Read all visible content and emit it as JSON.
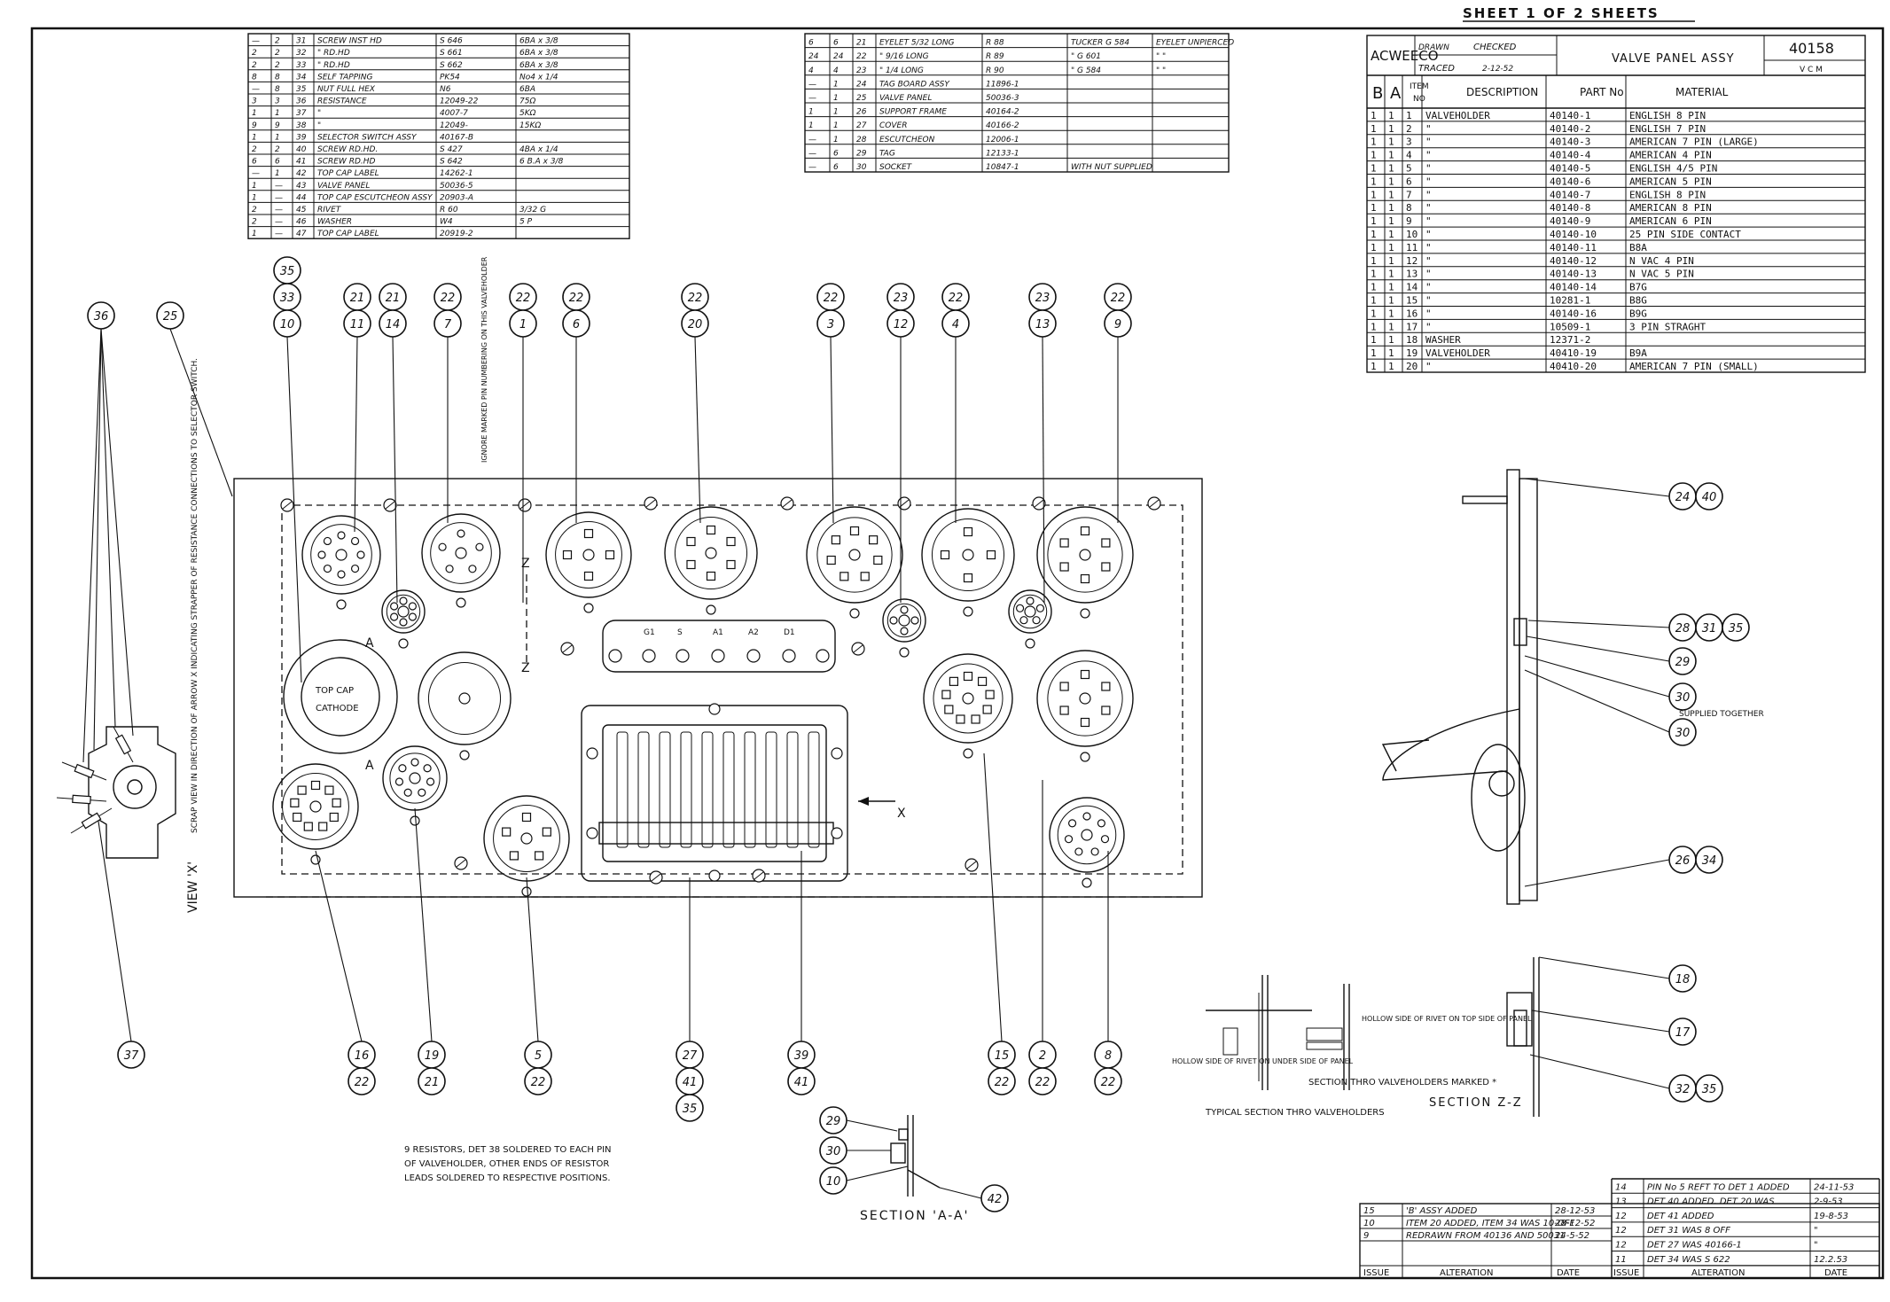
{
  "sheet_header": "SHEET 1 OF 2 SHEETS",
  "title_block": {
    "company": "ACWEECO",
    "drawn_label": "DRAWN",
    "checked_label": "CHECKED",
    "traced_label": "TRACED",
    "traced_date": "2-12-52",
    "title": "VALVE PANEL ASSY",
    "drawing_number": "40158",
    "sub_ref": "V C M",
    "columns": [
      "B",
      "A",
      "ITEM NO",
      "DESCRIPTION",
      "PART No",
      "MATERIAL"
    ],
    "rows": [
      [
        "1",
        "1",
        "1",
        "VALVEHOLDER",
        "40140-1",
        "ENGLISH 8 PIN"
      ],
      [
        "1",
        "1",
        "2",
        "\"",
        "40140-2",
        "ENGLISH 7 PIN"
      ],
      [
        "1",
        "1",
        "3",
        "\"",
        "40140-3",
        "AMERICAN 7 PIN (LARGE)"
      ],
      [
        "1",
        "1",
        "4",
        "\"",
        "40140-4",
        "AMERICAN 4 PIN"
      ],
      [
        "1",
        "1",
        "5",
        "\"",
        "40140-5",
        "ENGLISH 4/5 PIN"
      ],
      [
        "1",
        "1",
        "6",
        "\"",
        "40140-6",
        "AMERICAN 5 PIN"
      ],
      [
        "1",
        "1",
        "7",
        "\"",
        "40140-7",
        "ENGLISH 8 PIN"
      ],
      [
        "1",
        "1",
        "8",
        "\"",
        "40140-8",
        "AMERICAN 8 PIN"
      ],
      [
        "1",
        "1",
        "9",
        "\"",
        "40140-9",
        "AMERICAN 6 PIN"
      ],
      [
        "1",
        "1",
        "10",
        "\"",
        "40140-10",
        "25 PIN SIDE CONTACT"
      ],
      [
        "1",
        "1",
        "11",
        "\"",
        "40140-11",
        "B8A"
      ],
      [
        "1",
        "1",
        "12",
        "\"",
        "40140-12",
        "N VAC 4 PIN"
      ],
      [
        "1",
        "1",
        "13",
        "\"",
        "40140-13",
        "N VAC 5 PIN"
      ],
      [
        "1",
        "1",
        "14",
        "\"",
        "40140-14",
        "B7G"
      ],
      [
        "1",
        "1",
        "15",
        "\"",
        "10281-1",
        "B8G"
      ],
      [
        "1",
        "1",
        "16",
        "\"",
        "40140-16",
        "B9G"
      ],
      [
        "1",
        "1",
        "17",
        "\"",
        "10509-1",
        "3 PIN STRAGHT"
      ],
      [
        "1",
        "1",
        "18",
        "WASHER",
        "12371-2",
        ""
      ],
      [
        "1",
        "1",
        "19",
        "VALVEHOLDER",
        "40410-19",
        "B9A"
      ],
      [
        "1",
        "1",
        "20",
        "\"",
        "40410-20",
        "AMERICAN 7 PIN (SMALL)"
      ]
    ]
  },
  "parts_list_left": [
    [
      "—",
      "2",
      "31",
      "SCREW  INST HD",
      "S 646",
      "6BA x 3/8"
    ],
    [
      "2",
      "2",
      "32",
      "\"  RD.HD",
      "S 661",
      "6BA x 3/8"
    ],
    [
      "2",
      "2",
      "33",
      "\"  RD.HD",
      "S 662",
      "6BA x 3/8"
    ],
    [
      "8",
      "8",
      "34",
      "SELF TAPPING",
      "PK54",
      "No4 x 1/4"
    ],
    [
      "—",
      "8",
      "35",
      "NUT  FULL HEX",
      "N6",
      "6BA"
    ],
    [
      "3",
      "3",
      "36",
      "RESISTANCE",
      "12049-22",
      "75Ω"
    ],
    [
      "1",
      "1",
      "37",
      "\"",
      "4007-7",
      "5KΩ"
    ],
    [
      "9",
      "9",
      "38",
      "\"",
      "12049-",
      "15KΩ"
    ],
    [
      "1",
      "1",
      "39",
      "SELECTOR SWITCH ASSY",
      "40167-B",
      ""
    ],
    [
      "2",
      "2",
      "40",
      "SCREW  RD.HD.",
      "S 427",
      "4BA x 1/4"
    ],
    [
      "6",
      "6",
      "41",
      "SCREW  RD.HD",
      "S 642",
      "6 B.A x 3/8"
    ],
    [
      "—",
      "1",
      "42",
      "TOP CAP LABEL",
      "14262-1",
      ""
    ],
    [
      "1",
      "—",
      "43",
      "VALVE PANEL",
      "50036-5",
      ""
    ],
    [
      "1",
      "—",
      "44",
      "TOP CAP ESCUTCHEON ASSY",
      "20903-A",
      ""
    ],
    [
      "2",
      "—",
      "45",
      "RIVET",
      "R 60",
      "3/32  G"
    ],
    [
      "2",
      "—",
      "46",
      "WASHER",
      "W4",
      "5 P"
    ],
    [
      "1",
      "—",
      "47",
      "TOP CAP LABEL",
      "20919-2",
      ""
    ]
  ],
  "parts_list_mid": [
    [
      "6",
      "6",
      "21",
      "EYELET 5/32 LONG",
      "R 88",
      "TUCKER G 584",
      "EYELET UNPIERCED"
    ],
    [
      "24",
      "24",
      "22",
      "\" 9/16 LONG",
      "R 89",
      "\" G 601",
      "\" \""
    ],
    [
      "4",
      "4",
      "23",
      "\" 1/4 LONG",
      "R 90",
      "\" G 584",
      "\" \""
    ],
    [
      "—",
      "1",
      "24",
      "TAG BOARD ASSY",
      "11896-1",
      "",
      ""
    ],
    [
      "—",
      "1",
      "25",
      "VALVE PANEL",
      "50036-3",
      "",
      ""
    ],
    [
      "1",
      "1",
      "26",
      "SUPPORT FRAME",
      "40164-2",
      "",
      ""
    ],
    [
      "1",
      "1",
      "27",
      "COVER",
      "40166-2",
      "",
      ""
    ],
    [
      "—",
      "1",
      "28",
      "ESCUTCHEON",
      "12006-1",
      "",
      ""
    ],
    [
      "—",
      "6",
      "29",
      "TAG",
      "12133-1",
      "",
      ""
    ],
    [
      "—",
      "6",
      "30",
      "SOCKET",
      "10847-1",
      "WITH NUT SUPPLIED",
      ""
    ]
  ],
  "alterations_left": [
    [
      "15",
      "'B' ASSY ADDED",
      "28-12-53"
    ],
    [
      "10",
      "ITEM 20 ADDED, ITEM 34 WAS 10-OFF",
      "28-12-52"
    ],
    [
      "9",
      "REDRAWN FROM 40136 AND 50031",
      "24-5-52"
    ]
  ],
  "alterations_right": [
    [
      "14",
      "PIN No 5 REFT TO DET 1 ADDED",
      "24-11-53"
    ],
    [
      "13",
      "DET 40 ADDED. DET 20 WAS",
      "2-9-53"
    ],
    [
      "12",
      "DET 41 ADDED",
      "19-8-53"
    ],
    [
      "12",
      "DET 31 WAS 8 OFF",
      "\""
    ],
    [
      "12",
      "DET 27 WAS 40166-1",
      "\""
    ],
    [
      "11",
      "DET 34 WAS S 622",
      "12.2.53"
    ]
  ],
  "alteration_headers": {
    "issue": "ISSUE",
    "alteration": "ALTERATION",
    "date": "DATE"
  },
  "panel": {
    "switch_labels": [
      "G1",
      "S",
      "A1",
      "A2",
      "D1"
    ],
    "top_cap": [
      "TOP CAP",
      "CATHODE"
    ],
    "section_marks": [
      "A",
      "A",
      "Z",
      "Z"
    ],
    "arrow_x": "X"
  },
  "notes": {
    "ignore_marked": "IGNORE MARKED PIN NUMBERING ON THIS VALVEHOLDER",
    "scrap_view": "SCRAP VIEW IN DIRECTION OF ARROW X INDICATING STRAPPER OF RESISTANCE CONNECTIONS TO SELECTOR SWITCH.",
    "view_x": "VIEW 'X'",
    "resistors": "9 RESISTORS, DET 38 SOLDERED TO EACH PIN OF VALVEHOLDER, OTHER ENDS OF RESISTOR LEADS SOLDERED TO RESPECTIVE POSITIONS.",
    "section_aa": "SECTION 'A-A'",
    "supplied_together": "SUPPLIED TOGETHER",
    "hollow_under": "HOLLOW SIDE OF RIVET ON UNDER SIDE OF PANEL",
    "hollow_top": "HOLLOW SIDE OF RIVET ON TOP SIDE OF PANEL",
    "typical_section": "TYPICAL SECTION THRO VALVEHOLDERS",
    "section_thro": "SECTION THRO VALVEHOLDERS MARKED *",
    "section_zz": "SECTION Z-Z"
  },
  "balloons_top": [
    [
      "35",
      "33",
      "10"
    ],
    [
      "21",
      "11"
    ],
    [
      "21",
      "14"
    ],
    [
      "22",
      "7"
    ],
    [
      "22",
      "1"
    ],
    [
      "22",
      "6"
    ],
    [
      "22",
      "20"
    ],
    [
      "22",
      "3"
    ],
    [
      "23",
      "12"
    ],
    [
      "22",
      "4"
    ],
    [
      "23",
      "13"
    ],
    [
      "22",
      "9"
    ]
  ],
  "balloons_bottom": [
    [
      "16",
      "22"
    ],
    [
      "19",
      "21"
    ],
    [
      "5",
      "22"
    ],
    [
      "27",
      "41",
      "35"
    ],
    [
      "39",
      "41"
    ],
    [
      "15",
      "22"
    ],
    [
      "2",
      "22"
    ],
    [
      "8",
      "22"
    ]
  ],
  "balloons_misc": {
    "b36": "36",
    "b25": "25",
    "b37": "37",
    "side": [
      [
        "24",
        "40"
      ],
      [
        "28",
        "31",
        "35"
      ],
      [
        "29"
      ],
      [
        "30"
      ],
      [
        "30"
      ],
      [
        "26",
        "34"
      ]
    ],
    "zz": [
      "18",
      "17",
      [
        "32",
        "35"
      ]
    ],
    "aa": [
      "29",
      "30",
      "10",
      "42"
    ]
  }
}
